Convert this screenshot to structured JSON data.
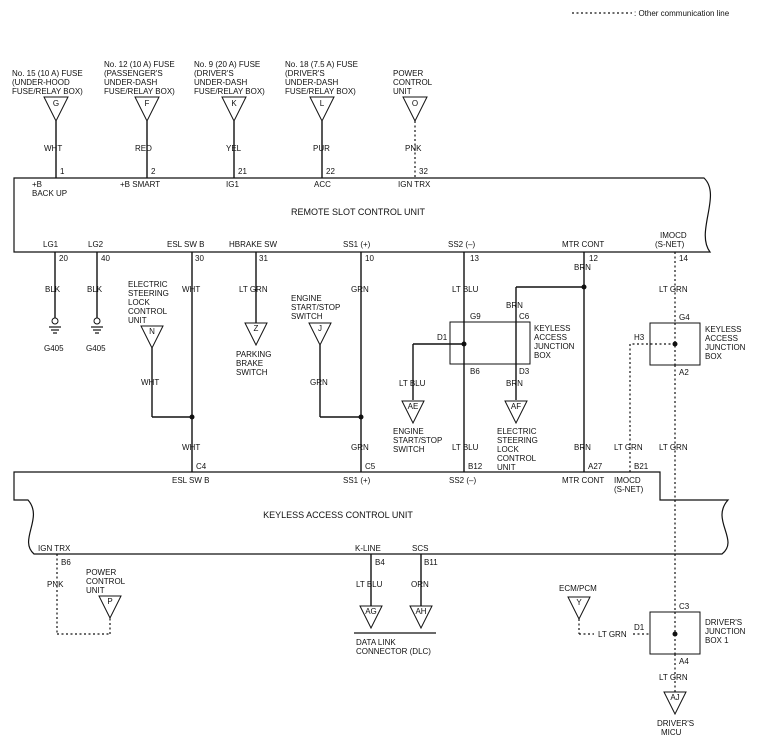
{
  "legend": {
    "label": ": Other communication line"
  },
  "sources": [
    {
      "name": "No. 15 (10 A) FUSE (UNDER-HOOD FUSE/RELAY BOX)",
      "letter": "G",
      "color": "WHT",
      "pin": "1",
      "signal": "+B BACK UP"
    },
    {
      "name": "No. 12 (10 A) FUSE (PASSENGER'S UNDER-DASH FUSE/RELAY BOX)",
      "letter": "F",
      "color": "RED",
      "pin": "2",
      "signal": "+B SMART"
    },
    {
      "name": "No. 9 (20 A) FUSE (DRIVER'S UNDER-DASH FUSE/RELAY BOX)",
      "letter": "K",
      "color": "YEL",
      "pin": "21",
      "signal": "IG1"
    },
    {
      "name": "No. 18 (7.5 A) FUSE (DRIVER'S UNDER-DASH FUSE/RELAY BOX)",
      "letter": "L",
      "color": "PUR",
      "pin": "22",
      "signal": "ACC"
    },
    {
      "name": "POWER CONTROL UNIT",
      "letter": "O",
      "color": "PNK",
      "pin": "32",
      "signal": "IGN TRX"
    }
  ],
  "rscu": {
    "title": "REMOTE SLOT CONTROL UNIT",
    "bottom_pins": [
      {
        "signal": "LG1",
        "pin": "20",
        "color": "BLK"
      },
      {
        "signal": "LG2",
        "pin": "40",
        "color": "BLK"
      },
      {
        "signal": "ESL SW B",
        "pin": "30",
        "color": "WHT"
      },
      {
        "signal": "HBRAKE SW",
        "pin": "31",
        "color": "LT GRN"
      },
      {
        "signal": "SS1 (+)",
        "pin": "10",
        "color": "GRN"
      },
      {
        "signal": "SS2 (–)",
        "pin": "13",
        "color": "LT BLU"
      },
      {
        "signal": "MTR CONT",
        "pin": "12",
        "color": "BRN"
      },
      {
        "signal": "IMOCD",
        "signal2": "(S-NET)",
        "pin": "14",
        "color": "LT GRN"
      }
    ]
  },
  "grounds": [
    "G405",
    "G405"
  ],
  "esl_unit": {
    "name": "ELECTRIC STEERING LOCK CONTROL UNIT",
    "letter": "N",
    "color": "WHT"
  },
  "parking_brake": {
    "name": "PARKING BRAKE SWITCH",
    "letter": "Z"
  },
  "engine_switch": {
    "name": "ENGINE START/STOP SWITCH",
    "letter": "J",
    "color": "GRN"
  },
  "kajb": {
    "name": "KEYLESS ACCESS JUNCTION BOX",
    "pins": {
      "g9": "G9",
      "c6": "C6",
      "d1": "D1",
      "b6": "B6",
      "d3": "D3"
    },
    "colors": {
      "brn_top": "BRN",
      "d1_wire": "LT BLU",
      "d3_wire": "BRN",
      "b6_wire": "LT BLU",
      "mtr_wire": "BRN"
    }
  },
  "ae": {
    "letter": "AE",
    "name": "ENGINE START/STOP SWITCH"
  },
  "af": {
    "letter": "AF",
    "name": "ELECTRIC STEERING LOCK CONTROL UNIT"
  },
  "kajb2": {
    "name": "KEYLESS ACCESS JUNCTION BOX",
    "pins": {
      "g4": "G4",
      "h3": "H3",
      "a2": "A2"
    },
    "colors": {
      "h3_wire": "LT GRN",
      "a2_wire": "LT GRN"
    }
  },
  "kacu": {
    "title": "KEYLESS ACCESS CONTROL UNIT",
    "top_pins": [
      {
        "pin": "C4",
        "signal": "ESL SW B"
      },
      {
        "pin": "C5",
        "signal": "SS1 (+)"
      },
      {
        "pin": "B12",
        "signal": "SS2 (–)"
      },
      {
        "pin": "A27",
        "signal": "MTR CONT"
      },
      {
        "pin": "B21",
        "signal": "IMOCD",
        "signal2": "(S-NET)"
      }
    ],
    "bottom_pins": [
      {
        "pin": "B6",
        "signal": "IGN TRX",
        "color": "PNK"
      },
      {
        "pin": "B4",
        "signal": "K-LINE",
        "color": "LT BLU"
      },
      {
        "pin": "B11",
        "signal": "SCS",
        "color": "ORN"
      }
    ]
  },
  "pcu2": {
    "name": "POWER CONTROL UNIT",
    "letter": "P"
  },
  "ag": {
    "letter": "AG"
  },
  "ah": {
    "letter": "AH"
  },
  "dlc": {
    "name": "DATA LINK CONNECTOR (DLC)"
  },
  "ecm": {
    "name": "ECM/PCM",
    "letter": "Y",
    "color": "LT GRN"
  },
  "djb": {
    "name": "DRIVER'S JUNCTION BOX 1",
    "pins": {
      "c3": "C3",
      "d1": "D1",
      "a4": "A4"
    },
    "color_out": "LT GRN"
  },
  "micu": {
    "name": "DRIVER'S MICU",
    "letter": "AJ"
  }
}
